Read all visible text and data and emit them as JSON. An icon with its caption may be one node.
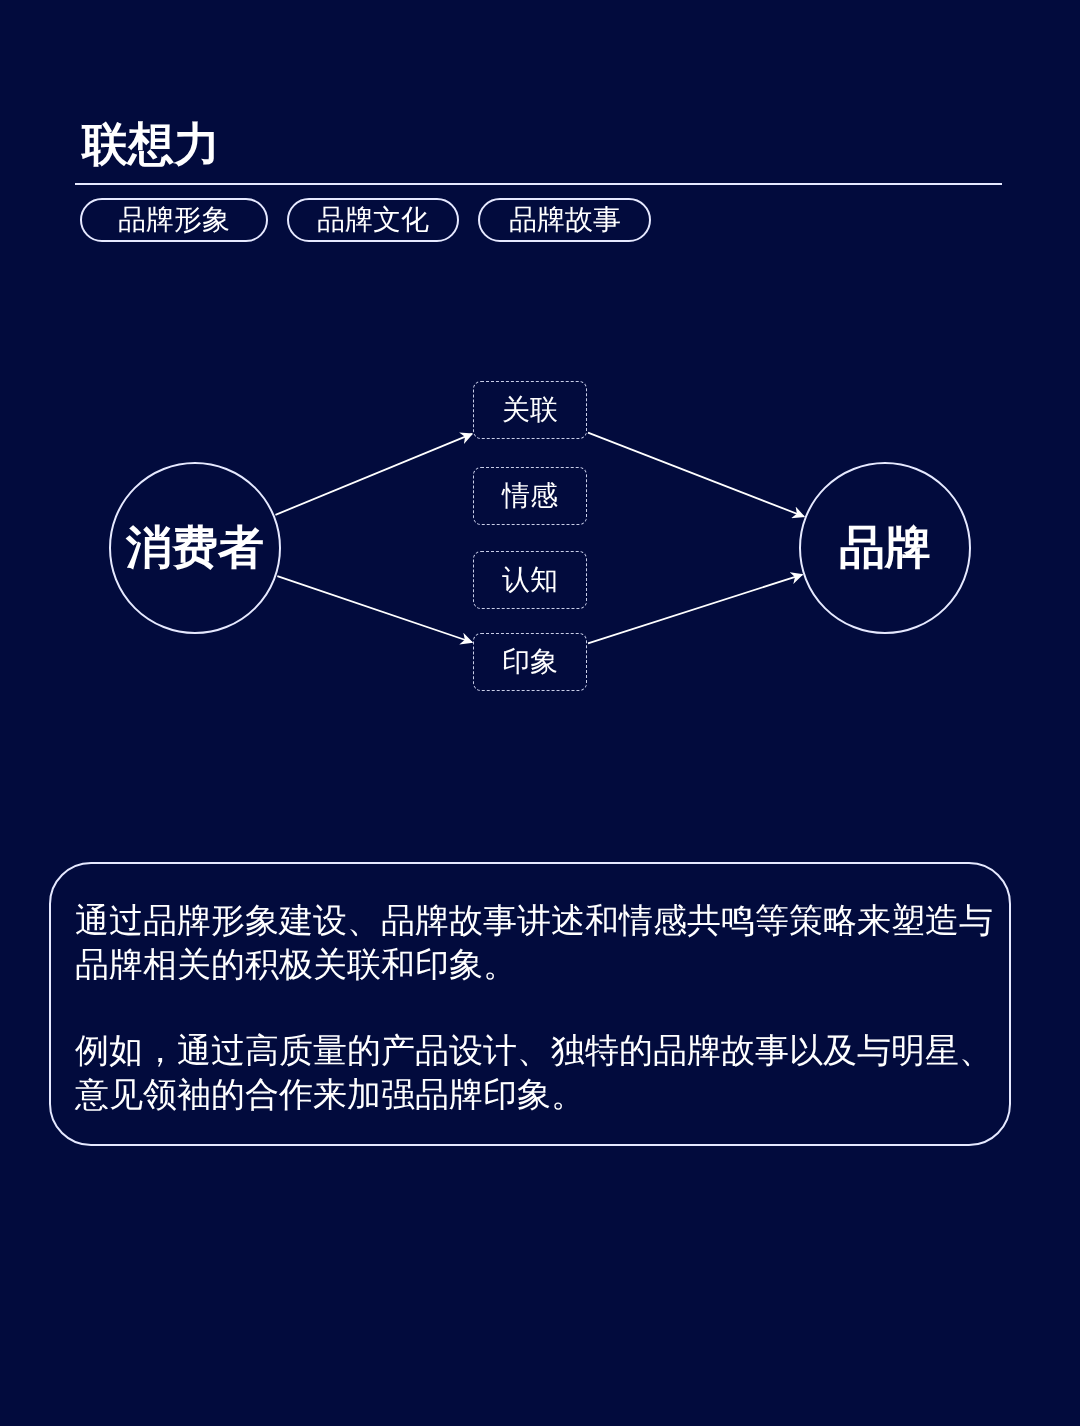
{
  "diagram": {
    "title": "联想力",
    "nodes": [
      {
        "text": [
          "品牌形象"
        ]
      },
      {
        "text": [
          "品牌文化"
        ]
      },
      {
        "text": [
          "品牌故事"
        ]
      },
      {
        "text": [
          "消费者"
        ]
      },
      {
        "text": [
          "关联"
        ]
      },
      {
        "text": [
          "情感"
        ]
      },
      {
        "text": [
          "认知"
        ]
      },
      {
        "text": [
          "印象"
        ]
      },
      {
        "text": [
          "品牌"
        ]
      },
      {
        "text": [
          "通过品牌形象建设、品牌故事讲述和情感共鸣等策略来塑造与品牌相关的积极关联和印象。",
          "例如，通过高质量的产品设计、独特的品牌故事以及与明星、意见领袖的合作来加强品牌印象。"
        ]
      }
    ],
    "edges": [
      {
        "from": 3,
        "to": 4,
        "arrow": "to"
      },
      {
        "from": 3,
        "to": 7,
        "arrow": "to"
      },
      {
        "from": 4,
        "to": 8,
        "arrow": "to"
      },
      {
        "from": 7,
        "to": 8,
        "arrow": "to"
      }
    ]
  }
}
